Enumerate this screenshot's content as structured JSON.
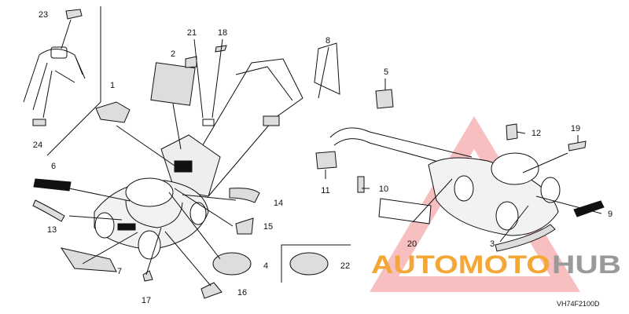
{
  "diagram": {
    "callouts": [
      {
        "id": "c1",
        "text": "1"
      },
      {
        "id": "c2",
        "text": "2"
      },
      {
        "id": "c3",
        "text": "3"
      },
      {
        "id": "c4",
        "text": "4"
      },
      {
        "id": "c5",
        "text": "5"
      },
      {
        "id": "c6",
        "text": "6"
      },
      {
        "id": "c7",
        "text": "7"
      },
      {
        "id": "c8",
        "text": "8"
      },
      {
        "id": "c9",
        "text": "9"
      },
      {
        "id": "c10",
        "text": "10"
      },
      {
        "id": "c11",
        "text": "11"
      },
      {
        "id": "c12",
        "text": "12"
      },
      {
        "id": "c13",
        "text": "13"
      },
      {
        "id": "c14",
        "text": "14"
      },
      {
        "id": "c15",
        "text": "15"
      },
      {
        "id": "c16",
        "text": "16"
      },
      {
        "id": "c17",
        "text": "17"
      },
      {
        "id": "c18",
        "text": "18"
      },
      {
        "id": "c19",
        "text": "19"
      },
      {
        "id": "c20",
        "text": "20"
      },
      {
        "id": "c21",
        "text": "21"
      },
      {
        "id": "c22",
        "text": "22"
      },
      {
        "id": "c23",
        "text": "23"
      },
      {
        "id": "c24",
        "text": "24"
      }
    ],
    "figure_code": "VH74F2100D"
  },
  "watermark": {
    "part1": "AUTOMOTO",
    "part2": "HUB",
    "colors": {
      "orange": "#f4a636",
      "gray": "#9a9a9a",
      "triangle": "#f08a8a"
    }
  }
}
